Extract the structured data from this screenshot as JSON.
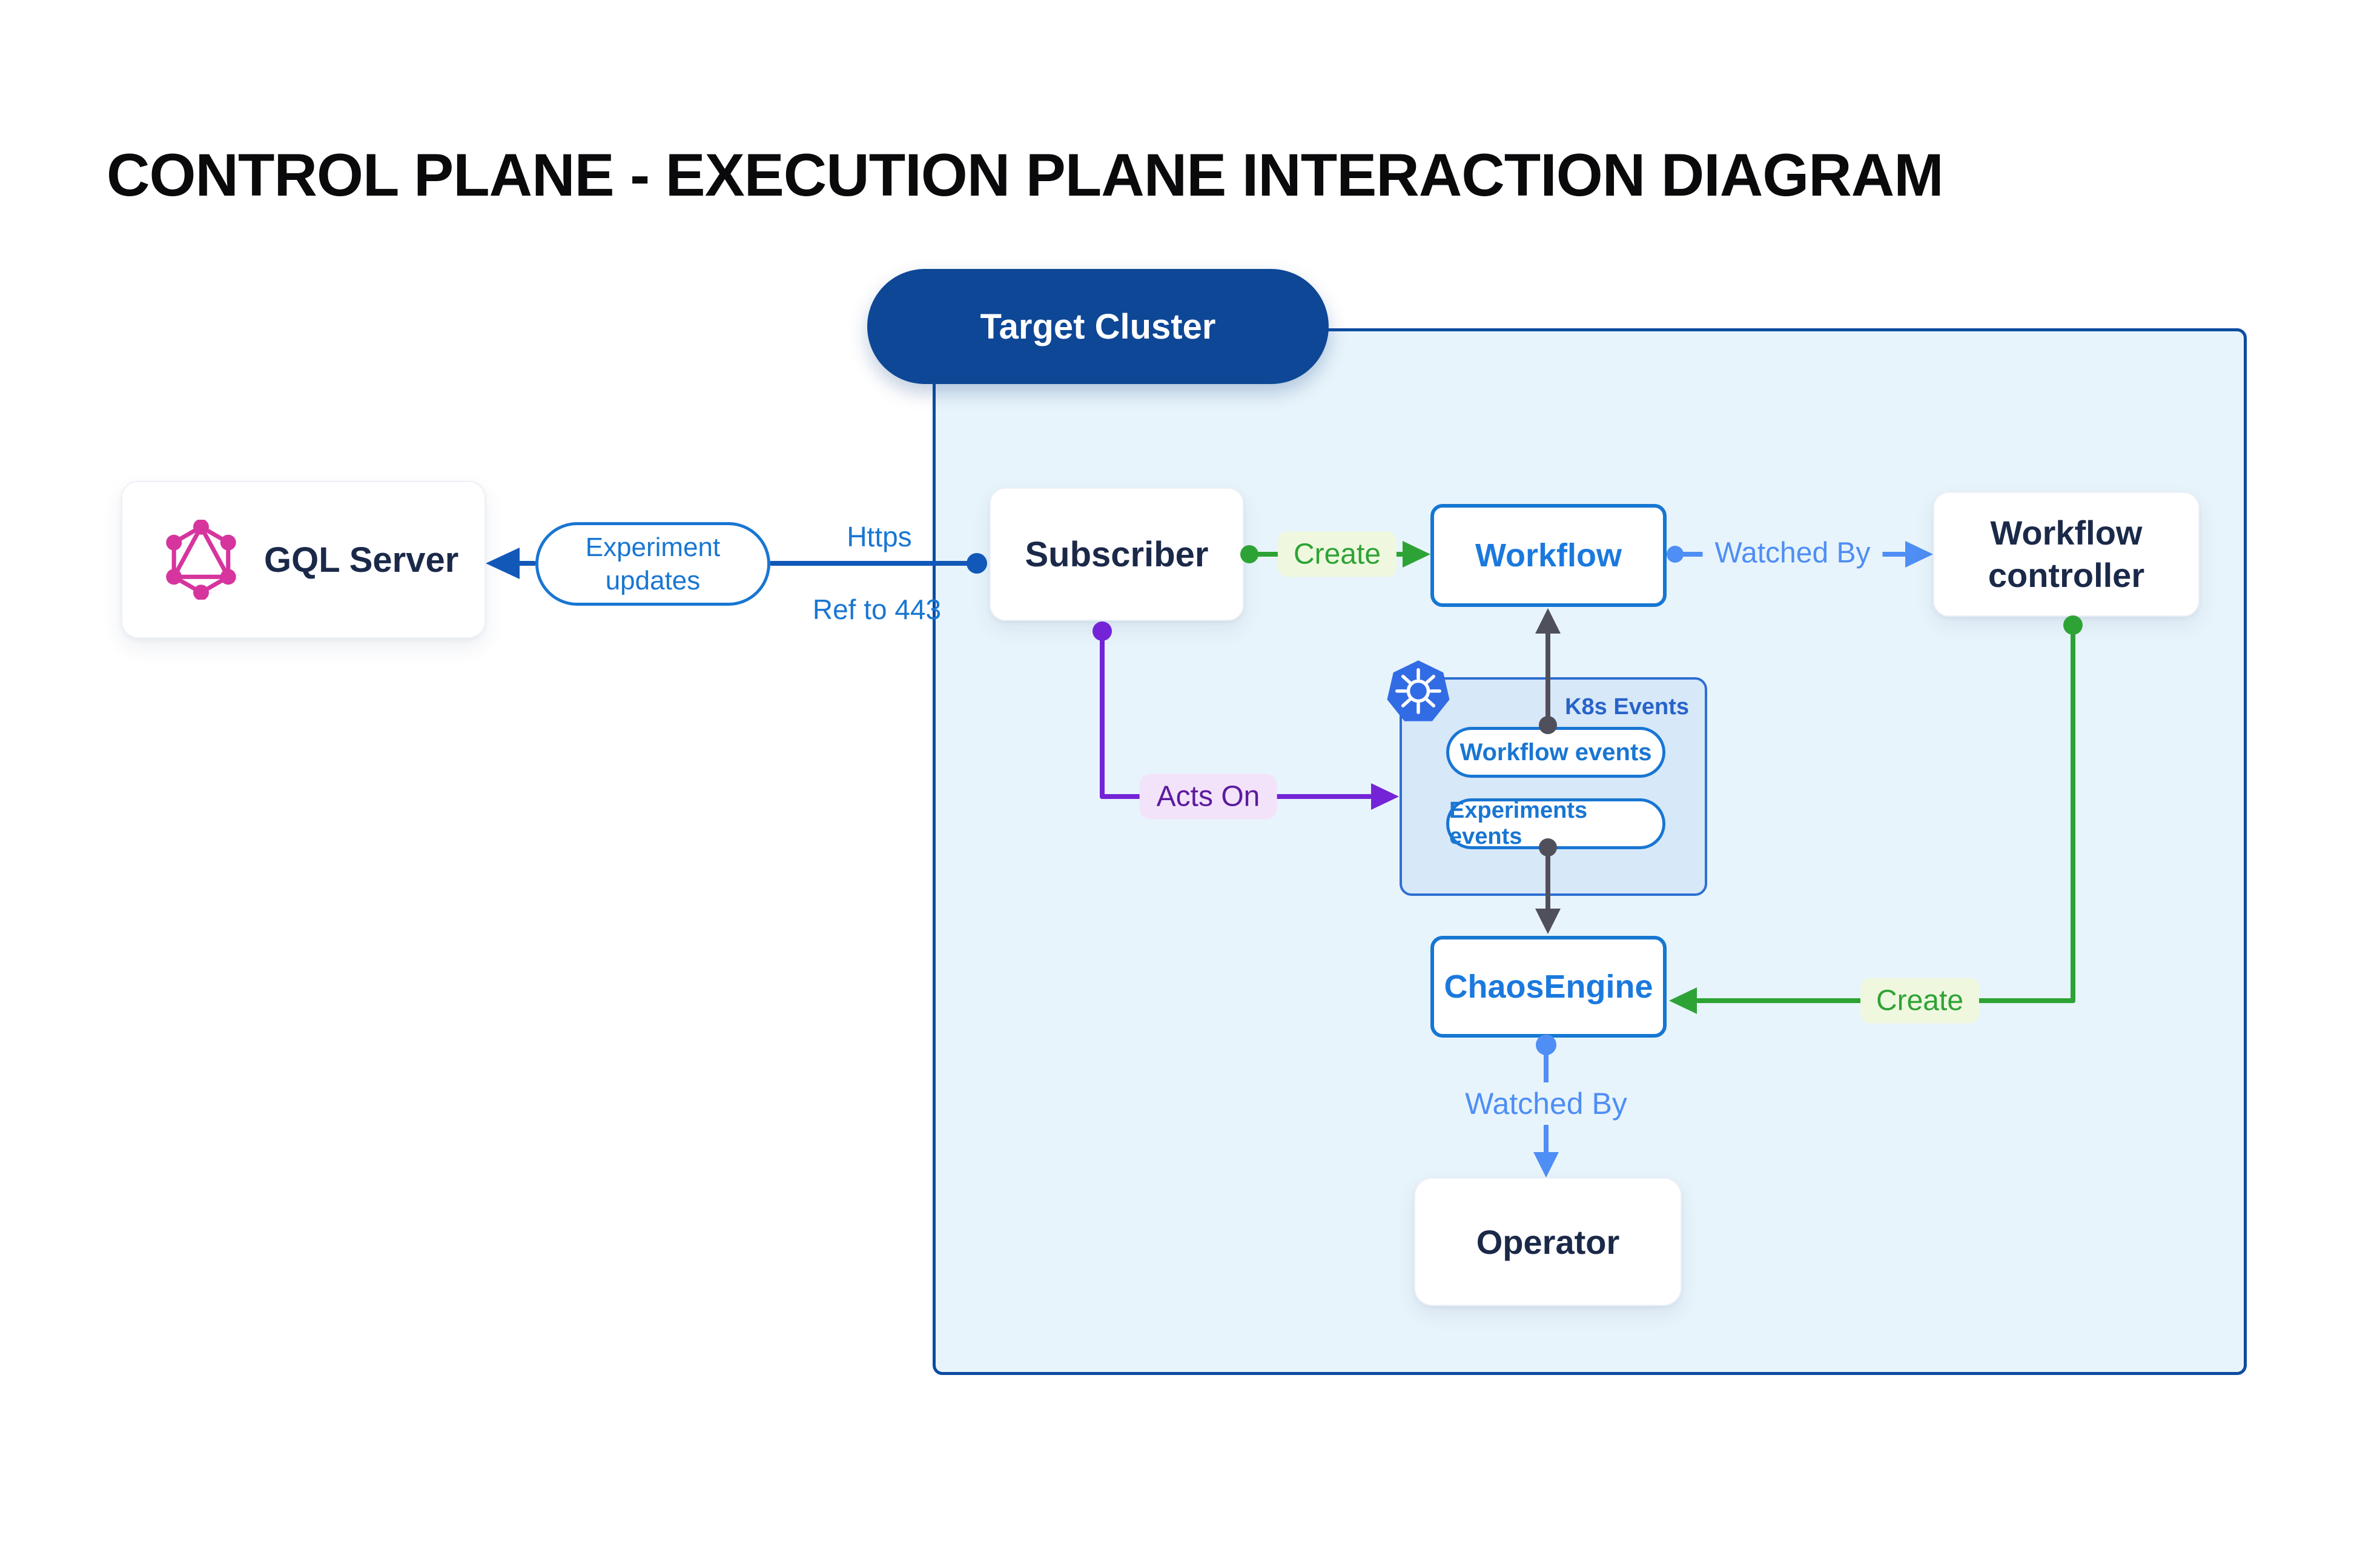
{
  "title": "CONTROL PLANE - EXECUTION PLANE INTERACTION DIAGRAM",
  "cluster": {
    "label": "Target Cluster"
  },
  "nodes": {
    "gql_server": {
      "label": "GQL Server",
      "icon": "graphql-icon"
    },
    "subscriber": {
      "label": "Subscriber"
    },
    "workflow": {
      "label": "Workflow"
    },
    "workflow_controller": {
      "label": "Workflow controller"
    },
    "k8s_events": {
      "label": "K8s Events",
      "icon": "kubernetes-icon",
      "pills": [
        {
          "label": "Workflow events"
        },
        {
          "label": "Experiments events"
        }
      ]
    },
    "chaos_engine": {
      "label": "ChaosEngine"
    },
    "operator": {
      "label": "Operator"
    }
  },
  "edges": {
    "experiment_updates": {
      "label": "Experiment updates"
    },
    "https": {
      "label": "Https"
    },
    "ref_to_443": {
      "label": "Ref to 443"
    },
    "create_workflow": {
      "label": "Create"
    },
    "watched_by_controller": {
      "label": "Watched By"
    },
    "acts_on": {
      "label": "Acts On"
    },
    "create_chaos_engine": {
      "label": "Create"
    },
    "watched_by_operator": {
      "label": "Watched By"
    }
  },
  "colors": {
    "cluster_fill": "#E8F4FB",
    "cluster_border": "#0D4CA0",
    "cluster_pill": "#0E4796",
    "navy_edge": "#1158B8",
    "navy_text": "#1B2949",
    "blue_box_border": "#1577D2",
    "blue_text": "#1B79DE",
    "light_blue_edge": "#4E8EF5",
    "green_edge": "#2EA335",
    "green_label_bg": "#EFF8DF",
    "purple_edge": "#7424D6",
    "purple_text": "#5C1B9E",
    "purple_label_bg": "#F2E3FB",
    "gray_edge": "#50505C",
    "k8s_box_fill": "#D7E8F9",
    "k8s_box_border": "#2E6FD2",
    "graphql_pink": "#D6359E",
    "kubernetes_blue": "#326CE5"
  }
}
